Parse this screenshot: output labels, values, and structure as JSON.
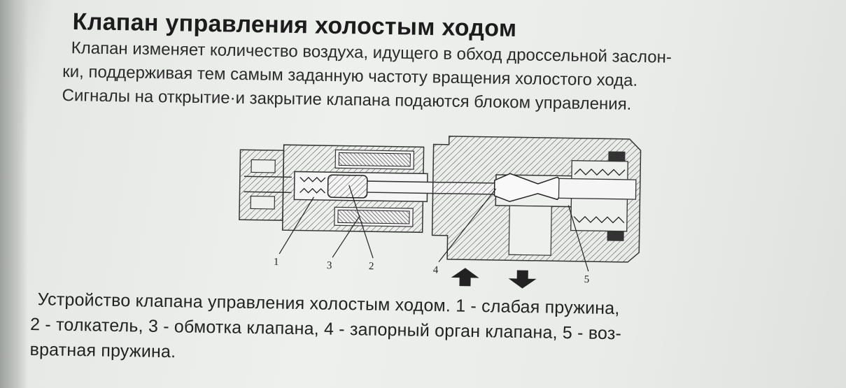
{
  "heading": "Клапан управления холостым ходом",
  "intro_lines": [
    "Клапан изменяет количество воздуха, идущего в обход дроссельной заслон-",
    "ки, поддерживая тем самым заданную частоту вращения холостого хода.",
    "Сигналы на открытие·и закрытие клапана подаются блоком управления."
  ],
  "diagram": {
    "labels": {
      "l1": "1",
      "l2": "2",
      "l3": "3",
      "l4": "4",
      "l5": "5"
    }
  },
  "caption": {
    "line1": {
      "title": "Устройство клапана управления холостым ходом.",
      "item1": "1 - слабая пружина,"
    },
    "line2": {
      "item2": "2 - толкатель,",
      "item3": "3 - обмотка клапана,",
      "item4": "4 - запорный орган клапана,",
      "item5_start": "5 - воз-"
    },
    "line3": {
      "item5_end": "вратная пружина."
    }
  }
}
